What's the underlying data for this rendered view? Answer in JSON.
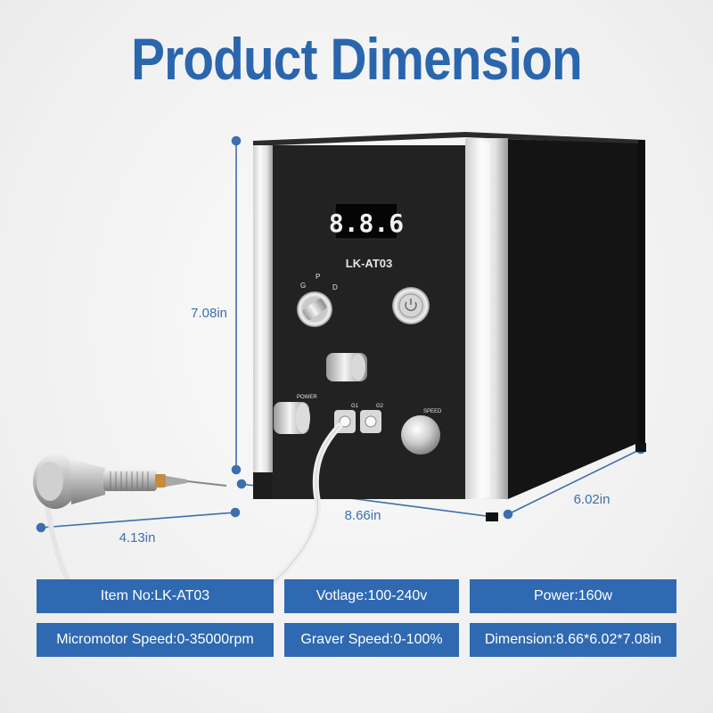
{
  "title": "Product Dimension",
  "device": {
    "display_text": "8.8.6",
    "model": "LK-AT03",
    "selector_labels": [
      "G",
      "P",
      "D"
    ],
    "power_label": "POWER",
    "port_labels": [
      "G1",
      "G2"
    ],
    "speed_label": "SPEED"
  },
  "dimensions": {
    "height": "7.08in",
    "width": "8.66in",
    "depth": "6.02in",
    "handpiece": "4.13in"
  },
  "specs": [
    {
      "label": "Item No:LK-AT03"
    },
    {
      "label": "Votlage:100-240v"
    },
    {
      "label": "Power:160w"
    },
    {
      "label": "Micromotor Speed:0-35000rpm"
    },
    {
      "label": "Graver Speed:0-100%"
    },
    {
      "label": "Dimension:8.66*6.02*7.08in"
    }
  ],
  "colors": {
    "accent": "#2f69b2",
    "title": "#2a66ad",
    "line": "#3d6fae"
  }
}
